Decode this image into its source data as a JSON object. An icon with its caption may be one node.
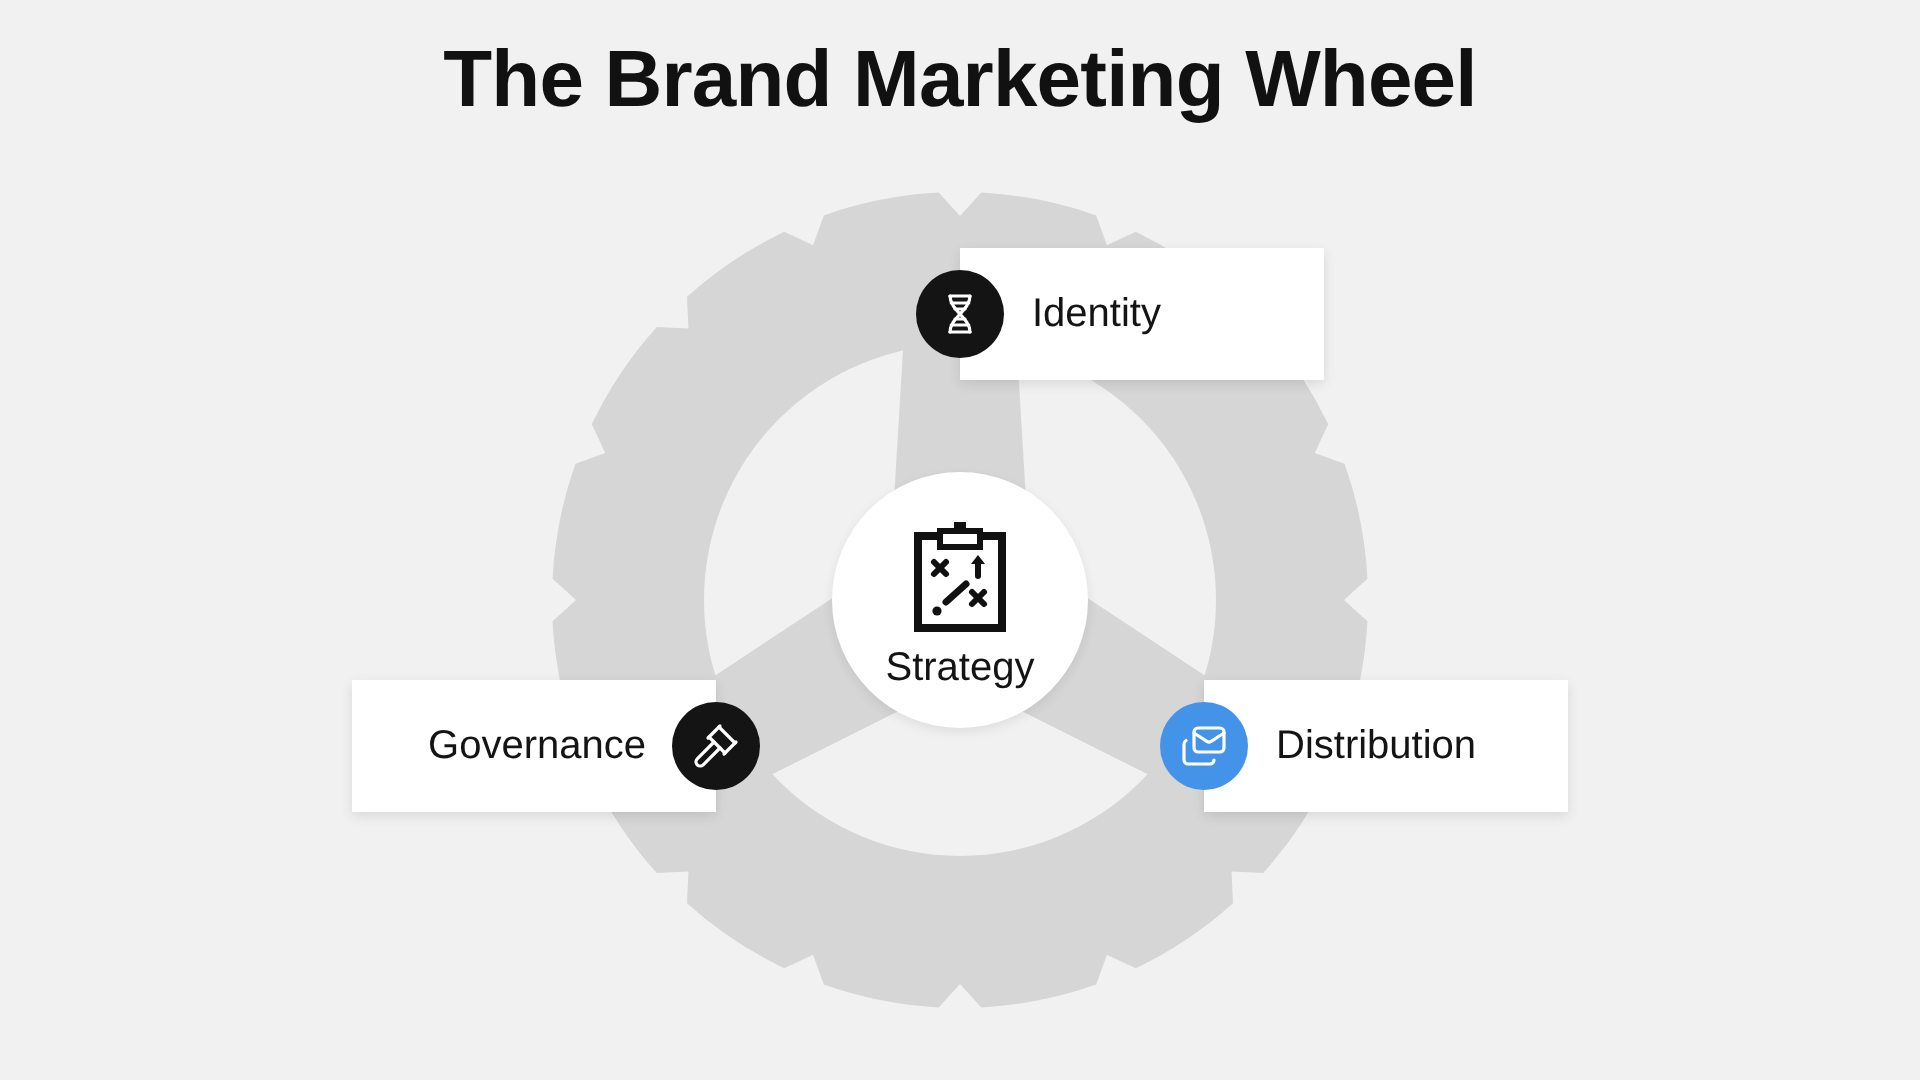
{
  "diagram": {
    "title": "The Brand Marketing Wheel",
    "nodes": [
      {
        "text": [
          "Identity"
        ]
      },
      {
        "text": [
          "Strategy"
        ]
      },
      {
        "text": [
          "Governance"
        ]
      },
      {
        "text": [
          "Distribution"
        ]
      }
    ]
  }
}
